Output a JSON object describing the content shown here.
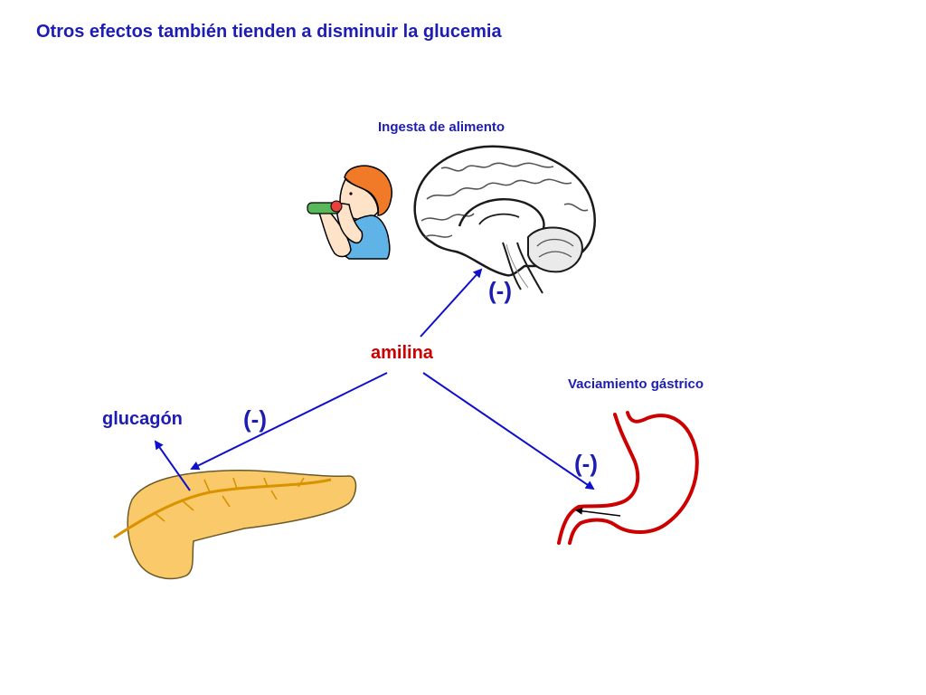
{
  "title": "Otros efectos también tienden a disminuir la glucemia",
  "labels": {
    "ingesta": "Ingesta de alimento",
    "amilina": "amilina",
    "vaciamiento": "Vaciamiento gástrico",
    "glucagon": "glucagón"
  },
  "inhibition_marks": {
    "brain": "(-)",
    "pancreas": "(-)",
    "stomach": "(-)"
  },
  "colors": {
    "title": "#1d1db4",
    "arrows": "#1010cc",
    "amilina": "#cc0000",
    "stomach": "#cc0000",
    "pancreas_fill": "#f9c96a",
    "pancreas_duct": "#d99200"
  },
  "icons": [
    "child-eating-icon",
    "brain-icon",
    "pancreas-icon",
    "stomach-icon"
  ]
}
